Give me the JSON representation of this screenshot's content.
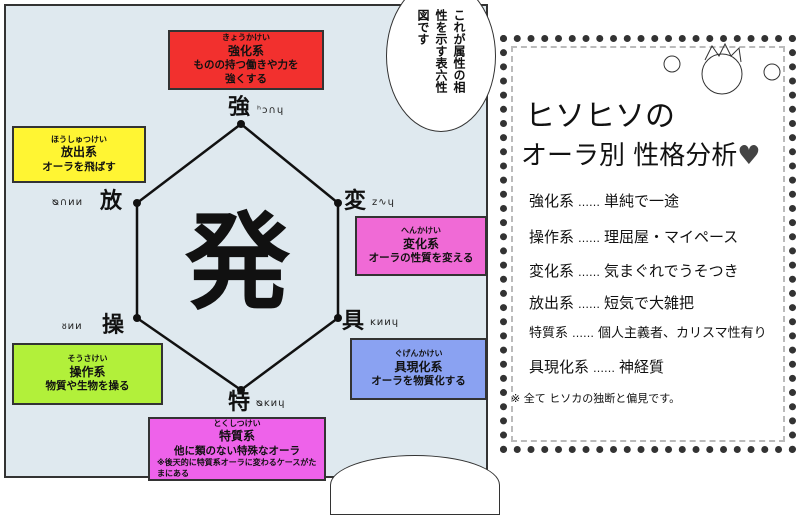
{
  "diagram": {
    "center": "発",
    "bubble": "これが属性の相性を示す表六性図です",
    "vertices": [
      {
        "kanji": "強",
        "script": "ʰᴐ∩ɥ"
      },
      {
        "kanji": "変",
        "script": "ᴢ∿ɥ"
      },
      {
        "kanji": "具",
        "script": "ᴋᴎᴎɥ"
      },
      {
        "kanji": "特",
        "script": "ᴓᴋᴎɥ"
      },
      {
        "kanji": "操",
        "script": "ᴕᴎᴎ"
      },
      {
        "kanji": "放",
        "script": "ᴓ∩ᴎᴎ"
      }
    ],
    "boxes": [
      {
        "name": "強化系",
        "furigana": "きょうかけい",
        "desc": "ものの持つ働きや力を強くする",
        "color": "#f2302e"
      },
      {
        "name": "放出系",
        "furigana": "ほうしゅつけい",
        "desc": "オーラを飛ばす",
        "color": "#fff533"
      },
      {
        "name": "変化系",
        "furigana": "へんかけい",
        "desc": "オーラの性質を変える",
        "color": "#f06ad6"
      },
      {
        "name": "操作系",
        "furigana": "そうさけい",
        "desc": "物質や生物を操る",
        "color": "#b2f03a"
      },
      {
        "name": "具現化系",
        "furigana": "ぐげんかけい",
        "desc": "オーラを物質化する",
        "color": "#8aa2f2"
      },
      {
        "name": "特質系",
        "furigana": "とくしつけい",
        "desc": "他に類のない特殊なオーラ",
        "note": "※後天的に特質系オーラに変わるケースがたまにある",
        "color": "#ee62ea"
      }
    ]
  },
  "card": {
    "title_line1": "ヒソヒソの",
    "title_line2": "オーラ別 性格分析",
    "rows": [
      {
        "type": "強化系",
        "trait": "単純で一途"
      },
      {
        "type": "操作系",
        "trait": "理屈屋・マイペース"
      },
      {
        "type": "変化系",
        "trait": "気まぐれでうそつき"
      },
      {
        "type": "放出系",
        "trait": "短気で大雑把"
      },
      {
        "type": "特質系",
        "trait": "個人主義者、カリスマ性有り"
      },
      {
        "type": "具現化系",
        "trait": "神経質"
      }
    ],
    "dots": "……",
    "note": "※ 全て ヒソカの独断と偏見です。"
  }
}
